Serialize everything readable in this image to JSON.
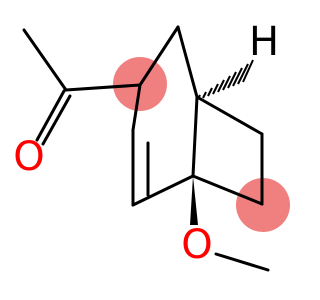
{
  "structure": {
    "atoms": {
      "oxygen_carbonyl": {
        "symbol": "O",
        "color": "#ff0000"
      },
      "oxygen_methoxy": {
        "symbol": "O",
        "color": "#ff0000"
      },
      "hydrogen": {
        "symbol": "H",
        "color": "#000000"
      }
    },
    "colors": {
      "bond": "#000000",
      "highlight": "#f08080"
    }
  }
}
